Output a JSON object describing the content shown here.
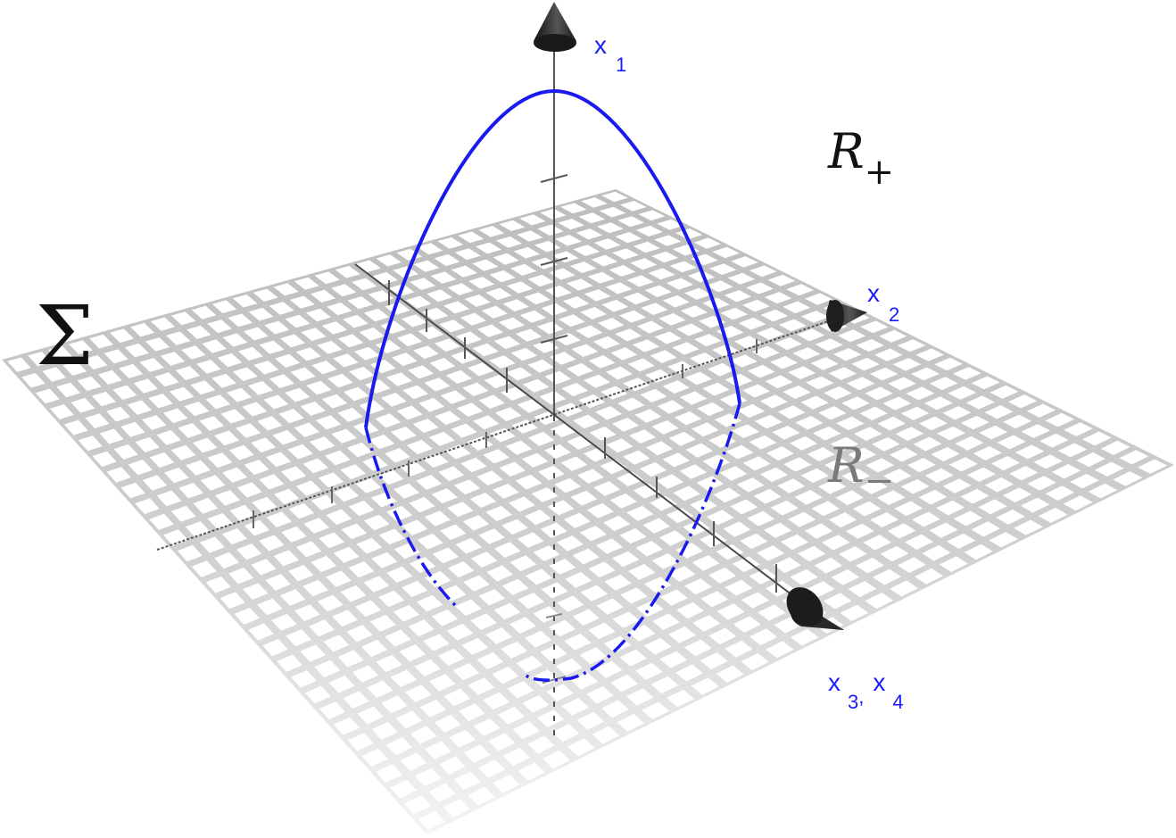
{
  "labels": {
    "sigma": "Σ",
    "region_plus_main": "R",
    "region_plus_sub": "+",
    "region_minus_main": "R",
    "region_minus_sub": "−",
    "x1_main": "x",
    "x1_sub": "1",
    "x2_main": "x",
    "x2_sub": "2",
    "x34_main_a": "x",
    "x34_sub_a": "3",
    "x34_sep": ",",
    "x34_main_b": "x",
    "x34_sub_b": "4"
  },
  "colors": {
    "curve": "#1a1aee",
    "axis": "#555555",
    "arrowhead": "#222222",
    "grid_cell": "#ffffff",
    "grid_line": "#cfcfcf",
    "region_plus": "#111111",
    "region_minus": "#7a7a7a",
    "sigma": "#111111",
    "axis_label": "#1a1aff"
  },
  "icons": {
    "x1_arrow": "cone-arrow-icon",
    "x2_arrow": "cone-arrow-icon",
    "x34_arrow": "cone-arrow-icon"
  }
}
